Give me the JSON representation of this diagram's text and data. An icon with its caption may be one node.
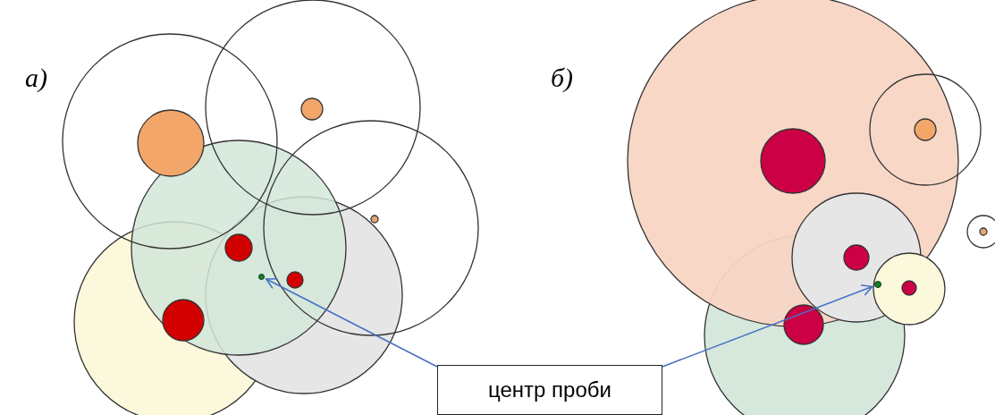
{
  "diagram": {
    "nodes": [
      {
        "text": [
          "центр проби"
        ]
      },
      {
        "text": [],
        "shape": "circle"
      },
      {
        "text": [],
        "shape": "circle"
      }
    ],
    "edges": [
      {
        "from": 0,
        "to": 1,
        "arrow": "to"
      },
      {
        "from": 0,
        "to": 2,
        "arrow": "to"
      }
    ],
    "labels": [
      "а)",
      "б)"
    ]
  }
}
